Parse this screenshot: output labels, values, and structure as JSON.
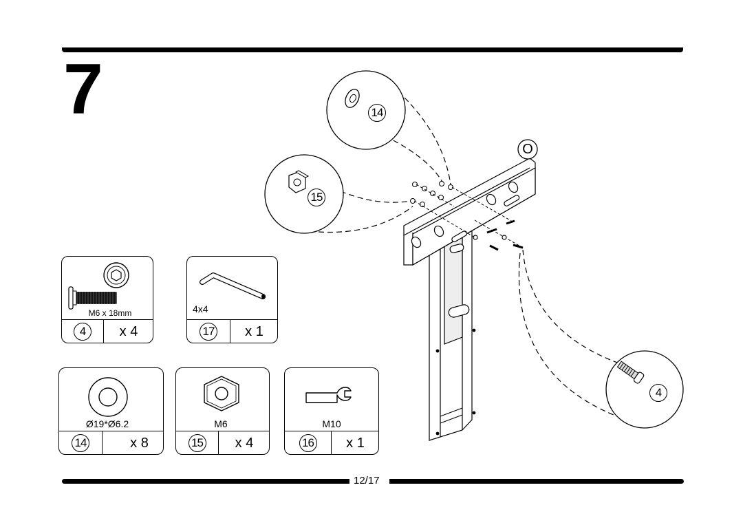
{
  "step": {
    "number": "7"
  },
  "footer": {
    "page": "12/17"
  },
  "callouts": {
    "washer": {
      "id": "14"
    },
    "nut": {
      "id": "15"
    },
    "bolt": {
      "id": "4"
    },
    "bracket": {
      "label": "O"
    }
  },
  "parts": [
    {
      "id": "4",
      "spec": "M6 x 18mm",
      "qty": "x 4",
      "icon": "hex-socket-bolt-icon"
    },
    {
      "id": "17",
      "spec": "4x4",
      "qty": "x 1",
      "icon": "allen-key-icon"
    },
    {
      "id": "14",
      "spec": "Ø19*Ø6.2",
      "qty": "x 8",
      "icon": "washer-icon"
    },
    {
      "id": "15",
      "spec": "M6",
      "qty": "x 4",
      "icon": "hex-nut-icon"
    },
    {
      "id": "16",
      "spec": "M10",
      "qty": "x 1",
      "icon": "wrench-icon"
    }
  ]
}
